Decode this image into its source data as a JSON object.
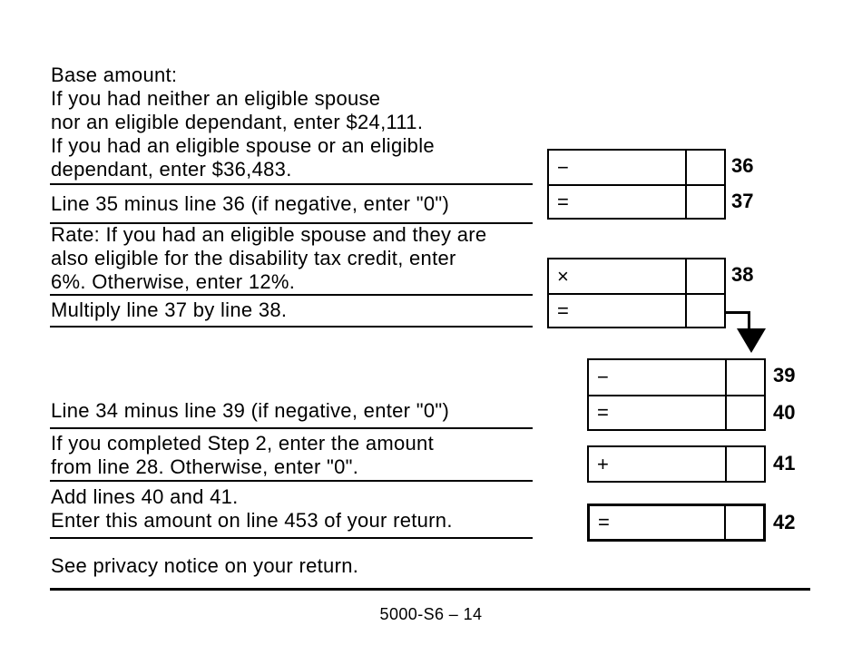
{
  "colors": {
    "ink": "#000000",
    "paper": "#ffffff"
  },
  "instructions": {
    "base_amount": {
      "lines": [
        "Base amount:",
        "If you had neither an eligible spouse",
        "nor an eligible dependant, enter $24,111.",
        "If you had an eligible spouse or an eligible",
        "dependant, enter $36,483."
      ]
    },
    "line37_text": "Line 35 minus line 36 (if negative, enter \"0\")",
    "rate": {
      "lines": [
        "Rate: If you had an eligible spouse and they are",
        "also eligible for the disability tax credit, enter",
        "6%. Otherwise, enter 12%."
      ]
    },
    "multiply_text": "Multiply line 37 by line 38.",
    "line40_text": "Line 34 minus line 39 (if negative, enter \"0\")",
    "step2": {
      "lines": [
        "If you completed Step 2, enter the amount",
        "from line 28. Otherwise, enter \"0\"."
      ]
    },
    "add": {
      "lines": [
        "Add lines 40 and 41.",
        "Enter this amount on line 453 of your return."
      ]
    },
    "privacy_text": "See privacy notice on your return."
  },
  "calc_rows": {
    "36": {
      "op": "−",
      "num": "36"
    },
    "37": {
      "op": "=",
      "num": "37"
    },
    "38": {
      "op": "×",
      "num": "38"
    },
    "38b": {
      "op": "=",
      "num": ""
    },
    "39": {
      "op": "−",
      "num": "39"
    },
    "40": {
      "op": "=",
      "num": "40"
    },
    "41": {
      "op": "+",
      "num": "41"
    },
    "42": {
      "op": "=",
      "num": "42"
    }
  },
  "footer": {
    "page_id": "5000-S6 – 14"
  }
}
